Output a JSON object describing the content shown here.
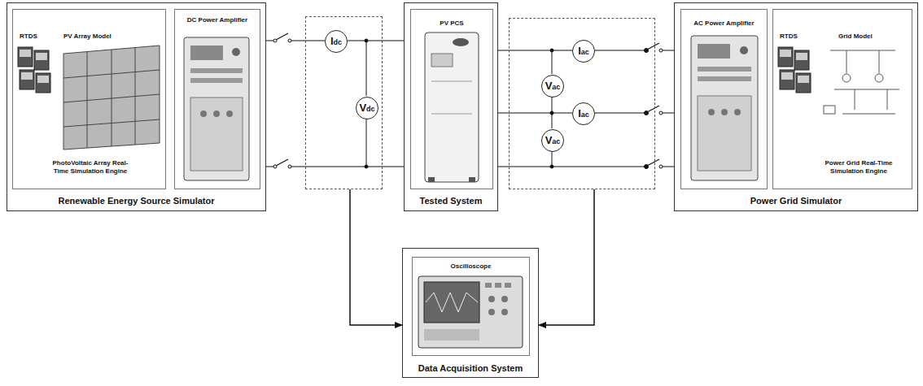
{
  "diagram": {
    "nodes": [
      {
        "text": [
          "Renewable Energy Source Simulator"
        ]
      },
      {
        "text": [
          "RTDS",
          "PV Array Model",
          "PhotoVoltaic Array Real-Time Simulation Engine"
        ],
        "in": 0
      },
      {
        "text": [
          "DC Power Amplifier"
        ],
        "in": 0
      },
      {
        "text": []
      },
      {
        "text": [
          "Idc"
        ],
        "in": 3
      },
      {
        "text": [
          "Vdc"
        ],
        "in": 3
      },
      {
        "text": [
          "Tested System"
        ]
      },
      {
        "text": [
          "PV PCS"
        ],
        "in": 6
      },
      {
        "text": []
      },
      {
        "text": [
          "Iac"
        ],
        "in": 8
      },
      {
        "text": [
          "Vac"
        ],
        "in": 8
      },
      {
        "text": [
          "Iac"
        ],
        "in": 8
      },
      {
        "text": [
          "Vac"
        ],
        "in": 8
      },
      {
        "text": [
          "Power Grid Simulator"
        ]
      },
      {
        "text": [
          "AC Power Amplifier"
        ],
        "in": 13
      },
      {
        "text": [
          "RTDS",
          "Grid Model",
          "Power Grid Real-Time Simulation Engine"
        ],
        "in": 13
      },
      {
        "text": [
          "Data Acquisition System"
        ]
      },
      {
        "text": [
          "Oscilloscope"
        ],
        "in": 16
      }
    ],
    "edges": [
      {
        "from": 0,
        "to": 4,
        "arrow": "none"
      },
      {
        "from": 4,
        "to": 6,
        "arrow": "none"
      },
      {
        "from": 0,
        "to": 6,
        "arrow": "none"
      },
      {
        "from": 6,
        "to": 9,
        "arrow": "none"
      },
      {
        "from": 9,
        "to": 13,
        "arrow": "none"
      },
      {
        "from": 6,
        "to": 11,
        "arrow": "none"
      },
      {
        "from": 11,
        "to": 13,
        "arrow": "none"
      },
      {
        "from": 6,
        "to": 13,
        "arrow": "none"
      },
      {
        "from": 3,
        "to": 16,
        "arrow": "to"
      },
      {
        "from": 8,
        "to": 16,
        "arrow": "to"
      }
    ]
  }
}
